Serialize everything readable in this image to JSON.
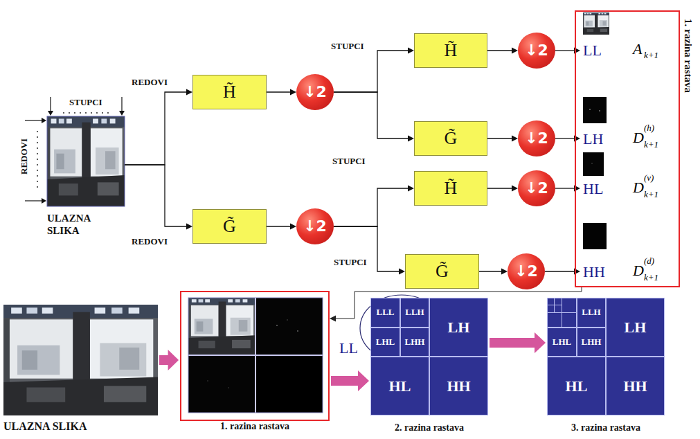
{
  "diagram": {
    "nodes": [
      {
        "text": [
          "ULAZNA SLIKA"
        ]
      },
      {
        "text": [
          "H̃"
        ]
      },
      {
        "text": [
          "↓2"
        ]
      },
      {
        "text": [
          "G̃"
        ]
      },
      {
        "text": [
          "↓2"
        ]
      },
      {
        "text": [
          "H̃"
        ]
      },
      {
        "text": [
          "↓2"
        ]
      },
      {
        "text": [
          "G̃"
        ]
      },
      {
        "text": [
          "↓2"
        ]
      },
      {
        "text": [
          "H̃"
        ]
      },
      {
        "text": [
          "↓2"
        ]
      },
      {
        "text": [
          "G̃"
        ]
      },
      {
        "text": [
          "↓2"
        ]
      },
      {
        "text": [
          "1. razina rastava"
        ]
      },
      {
        "text": [
          "LL",
          "A",
          "k+1"
        ],
        "in": 13
      },
      {
        "text": [
          "LH",
          "D",
          "(h)",
          "k+1"
        ],
        "in": 13
      },
      {
        "text": [
          "HL",
          "D",
          "(v)",
          "k+1"
        ],
        "in": 13
      },
      {
        "text": [
          "HH",
          "D",
          "(d)",
          "k+1"
        ],
        "in": 13
      },
      {
        "text": [
          "ULAZNA SLIKA"
        ]
      },
      {
        "text": [
          "1. razina rastava"
        ]
      },
      {
        "text": [
          "2. razina rastava"
        ]
      },
      {
        "text": [
          "LLL"
        ],
        "in": 20
      },
      {
        "text": [
          "LLH"
        ],
        "in": 20
      },
      {
        "text": [
          "LHL"
        ],
        "in": 20
      },
      {
        "text": [
          "LHH"
        ],
        "in": 20
      },
      {
        "text": [
          "LH"
        ],
        "in": 20
      },
      {
        "text": [
          "HL"
        ],
        "in": 20
      },
      {
        "text": [
          "HH"
        ],
        "in": 20
      },
      {
        "text": [
          "3. razina rastava"
        ]
      },
      {
        "text": [
          "LLH"
        ],
        "in": 28
      },
      {
        "text": [
          "LHL"
        ],
        "in": 28
      },
      {
        "text": [
          "LHH"
        ],
        "in": 28
      },
      {
        "text": [
          "LH"
        ],
        "in": 28
      },
      {
        "text": [
          "HL"
        ],
        "in": 28
      },
      {
        "text": [
          "HH"
        ],
        "in": 28
      }
    ],
    "edges": [
      {
        "from": 0,
        "to": 1,
        "arrow": "to"
      },
      {
        "from": 0,
        "to": 3,
        "arrow": "to"
      },
      {
        "from": 1,
        "to": 2,
        "arrow": "to"
      },
      {
        "from": 3,
        "to": 4,
        "arrow": "to"
      },
      {
        "from": 2,
        "to": 5,
        "arrow": "to"
      },
      {
        "from": 2,
        "to": 7,
        "arrow": "to"
      },
      {
        "from": 4,
        "to": 9,
        "arrow": "to"
      },
      {
        "from": 4,
        "to": 11,
        "arrow": "to"
      },
      {
        "from": 5,
        "to": 6,
        "arrow": "to"
      },
      {
        "from": 7,
        "to": 8,
        "arrow": "to"
      },
      {
        "from": 9,
        "to": 10,
        "arrow": "to"
      },
      {
        "from": 11,
        "to": 12,
        "arrow": "to"
      },
      {
        "from": 6,
        "to": 14,
        "arrow": "to"
      },
      {
        "from": 8,
        "to": 15,
        "arrow": "to"
      },
      {
        "from": 10,
        "to": 16,
        "arrow": "to"
      },
      {
        "from": 12,
        "to": 17,
        "arrow": "to"
      },
      {
        "from": 13,
        "to": 19,
        "arrow": "to"
      },
      {
        "from": 18,
        "to": 19,
        "arrow": "to"
      },
      {
        "from": 19,
        "to": 20,
        "arrow": "to"
      },
      {
        "from": 20,
        "to": 28,
        "arrow": "to"
      }
    ],
    "labels": [
      "STUPCI",
      "REDOVI",
      "REDOVI",
      "REDOVI",
      "STUPCI",
      "STUPCI",
      "STUPCI",
      "LL"
    ]
  }
}
